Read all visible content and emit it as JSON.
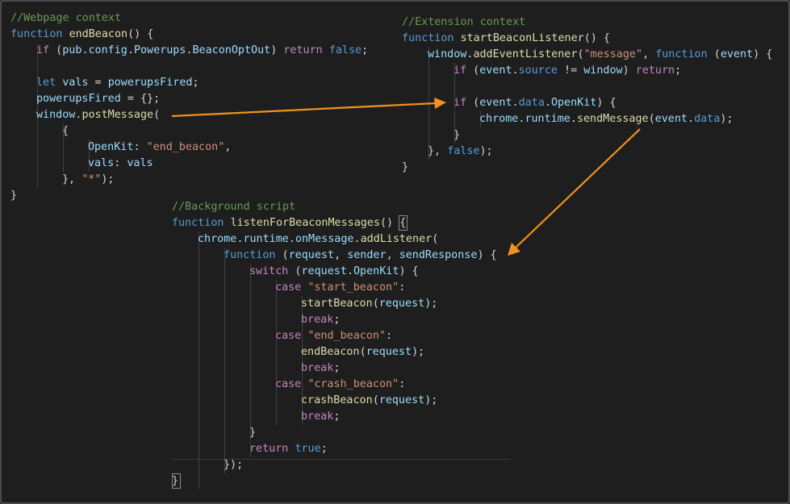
{
  "colors": {
    "background": "#1e1e1e",
    "comment": "#6a9955",
    "keyword": "#569cd6",
    "control": "#c586c0",
    "function": "#dcdcaa",
    "variable": "#9cdcfe",
    "string": "#ce9178",
    "text": "#d4d4d4",
    "arrow": "#f0931c"
  },
  "snippets": [
    {
      "name": "webpage-context",
      "lines": [
        {
          "indent": 0,
          "tokens": [
            {
              "t": "//Webpage context",
              "c": "comment"
            }
          ]
        },
        {
          "indent": 0,
          "tokens": [
            {
              "t": "function ",
              "c": "keyword"
            },
            {
              "t": "endBeacon",
              "c": "function"
            },
            {
              "t": "() {",
              "c": "text"
            }
          ]
        },
        {
          "indent": 1,
          "tokens": [
            {
              "t": "if",
              "c": "control"
            },
            {
              "t": " (",
              "c": "text"
            },
            {
              "t": "pub",
              "c": "variable"
            },
            {
              "t": ".",
              "c": "text"
            },
            {
              "t": "config",
              "c": "variable"
            },
            {
              "t": ".",
              "c": "text"
            },
            {
              "t": "Powerups",
              "c": "variable"
            },
            {
              "t": ".",
              "c": "text"
            },
            {
              "t": "BeaconOptOut",
              "c": "variable"
            },
            {
              "t": ") ",
              "c": "text"
            },
            {
              "t": "return",
              "c": "control"
            },
            {
              "t": " ",
              "c": "text"
            },
            {
              "t": "false",
              "c": "keyword"
            },
            {
              "t": ";",
              "c": "text"
            }
          ]
        },
        {
          "indent": 0,
          "tokens": []
        },
        {
          "indent": 1,
          "tokens": [
            {
              "t": "let ",
              "c": "keyword"
            },
            {
              "t": "vals",
              "c": "variable"
            },
            {
              "t": " = ",
              "c": "text"
            },
            {
              "t": "powerupsFired",
              "c": "variable"
            },
            {
              "t": ";",
              "c": "text"
            }
          ]
        },
        {
          "indent": 1,
          "tokens": [
            {
              "t": "powerupsFired",
              "c": "variable"
            },
            {
              "t": " = {};",
              "c": "text"
            }
          ]
        },
        {
          "indent": 1,
          "tokens": [
            {
              "t": "window",
              "c": "variable"
            },
            {
              "t": ".",
              "c": "text"
            },
            {
              "t": "postMessage",
              "c": "function"
            },
            {
              "t": "(",
              "c": "text"
            }
          ]
        },
        {
          "indent": 2,
          "tokens": [
            {
              "t": "{",
              "c": "text"
            }
          ]
        },
        {
          "indent": 3,
          "tokens": [
            {
              "t": "OpenKit",
              "c": "variable"
            },
            {
              "t": ": ",
              "c": "text"
            },
            {
              "t": "\"end_beacon\"",
              "c": "string"
            },
            {
              "t": ",",
              "c": "text"
            }
          ]
        },
        {
          "indent": 3,
          "tokens": [
            {
              "t": "vals",
              "c": "variable"
            },
            {
              "t": ": ",
              "c": "text"
            },
            {
              "t": "vals",
              "c": "variable"
            }
          ]
        },
        {
          "indent": 2,
          "tokens": [
            {
              "t": "}, ",
              "c": "text"
            },
            {
              "t": "\"*\"",
              "c": "string"
            },
            {
              "t": ");",
              "c": "text"
            }
          ]
        },
        {
          "indent": 0,
          "tokens": [
            {
              "t": "}",
              "c": "text"
            }
          ]
        }
      ]
    },
    {
      "name": "extension-context",
      "lines": [
        {
          "indent": 0,
          "tokens": [
            {
              "t": "//Extension context",
              "c": "comment"
            }
          ]
        },
        {
          "indent": 0,
          "tokens": [
            {
              "t": "function ",
              "c": "keyword"
            },
            {
              "t": "startBeaconListener",
              "c": "function"
            },
            {
              "t": "() {",
              "c": "text"
            }
          ]
        },
        {
          "indent": 1,
          "tokens": [
            {
              "t": "window",
              "c": "variable"
            },
            {
              "t": ".",
              "c": "text"
            },
            {
              "t": "addEventListener",
              "c": "function"
            },
            {
              "t": "(",
              "c": "text"
            },
            {
              "t": "\"message\"",
              "c": "string"
            },
            {
              "t": ", ",
              "c": "text"
            },
            {
              "t": "function",
              "c": "keyword"
            },
            {
              "t": " (",
              "c": "text"
            },
            {
              "t": "event",
              "c": "variable"
            },
            {
              "t": ") {",
              "c": "text"
            }
          ]
        },
        {
          "indent": 2,
          "tokens": [
            {
              "t": "if",
              "c": "control"
            },
            {
              "t": " (",
              "c": "text"
            },
            {
              "t": "event",
              "c": "variable"
            },
            {
              "t": ".",
              "c": "text"
            },
            {
              "t": "source",
              "c": "keyword"
            },
            {
              "t": " != ",
              "c": "text"
            },
            {
              "t": "window",
              "c": "variable"
            },
            {
              "t": ") ",
              "c": "text"
            },
            {
              "t": "return",
              "c": "control"
            },
            {
              "t": ";",
              "c": "text"
            }
          ]
        },
        {
          "indent": 0,
          "tokens": []
        },
        {
          "indent": 2,
          "tokens": [
            {
              "t": "if",
              "c": "control"
            },
            {
              "t": " (",
              "c": "text"
            },
            {
              "t": "event",
              "c": "variable"
            },
            {
              "t": ".",
              "c": "text"
            },
            {
              "t": "data",
              "c": "keyword"
            },
            {
              "t": ".",
              "c": "text"
            },
            {
              "t": "OpenKit",
              "c": "variable"
            },
            {
              "t": ") {",
              "c": "text"
            }
          ]
        },
        {
          "indent": 3,
          "tokens": [
            {
              "t": "chrome",
              "c": "variable"
            },
            {
              "t": ".",
              "c": "text"
            },
            {
              "t": "runtime",
              "c": "variable"
            },
            {
              "t": ".",
              "c": "text"
            },
            {
              "t": "sendMessage",
              "c": "function"
            },
            {
              "t": "(",
              "c": "text"
            },
            {
              "t": "event",
              "c": "variable"
            },
            {
              "t": ".",
              "c": "text"
            },
            {
              "t": "data",
              "c": "keyword"
            },
            {
              "t": ");",
              "c": "text"
            }
          ]
        },
        {
          "indent": 2,
          "tokens": [
            {
              "t": "}",
              "c": "text"
            }
          ]
        },
        {
          "indent": 1,
          "tokens": [
            {
              "t": "}, ",
              "c": "text"
            },
            {
              "t": "false",
              "c": "keyword"
            },
            {
              "t": ");",
              "c": "text"
            }
          ]
        },
        {
          "indent": 0,
          "tokens": [
            {
              "t": "}",
              "c": "text"
            }
          ]
        }
      ]
    },
    {
      "name": "background-script",
      "lines": [
        {
          "indent": 0,
          "tokens": [
            {
              "t": "//Background script",
              "c": "comment"
            }
          ]
        },
        {
          "indent": 0,
          "tokens": [
            {
              "t": "function ",
              "c": "keyword"
            },
            {
              "t": "listenForBeaconMessages",
              "c": "function"
            },
            {
              "t": "() ",
              "c": "text"
            },
            {
              "t": "{",
              "c": "text"
            }
          ]
        },
        {
          "indent": 1,
          "tokens": [
            {
              "t": "chrome",
              "c": "variable"
            },
            {
              "t": ".",
              "c": "text"
            },
            {
              "t": "runtime",
              "c": "variable"
            },
            {
              "t": ".",
              "c": "text"
            },
            {
              "t": "onMessage",
              "c": "variable"
            },
            {
              "t": ".",
              "c": "text"
            },
            {
              "t": "addListener",
              "c": "function"
            },
            {
              "t": "(",
              "c": "text"
            }
          ]
        },
        {
          "indent": 2,
          "tokens": [
            {
              "t": "function",
              "c": "keyword"
            },
            {
              "t": " (",
              "c": "text"
            },
            {
              "t": "request",
              "c": "variable"
            },
            {
              "t": ", ",
              "c": "text"
            },
            {
              "t": "sender",
              "c": "variable"
            },
            {
              "t": ", ",
              "c": "text"
            },
            {
              "t": "sendResponse",
              "c": "variable"
            },
            {
              "t": ") {",
              "c": "text"
            }
          ]
        },
        {
          "indent": 3,
          "tokens": [
            {
              "t": "switch",
              "c": "control"
            },
            {
              "t": " (",
              "c": "text"
            },
            {
              "t": "request",
              "c": "variable"
            },
            {
              "t": ".",
              "c": "text"
            },
            {
              "t": "OpenKit",
              "c": "variable"
            },
            {
              "t": ") {",
              "c": "text"
            }
          ]
        },
        {
          "indent": 4,
          "tokens": [
            {
              "t": "case",
              "c": "control"
            },
            {
              "t": " ",
              "c": "text"
            },
            {
              "t": "\"start_beacon\"",
              "c": "string"
            },
            {
              "t": ":",
              "c": "text"
            }
          ]
        },
        {
          "indent": 5,
          "tokens": [
            {
              "t": "startBeacon",
              "c": "function"
            },
            {
              "t": "(",
              "c": "text"
            },
            {
              "t": "request",
              "c": "variable"
            },
            {
              "t": ");",
              "c": "text"
            }
          ]
        },
        {
          "indent": 5,
          "tokens": [
            {
              "t": "break",
              "c": "control"
            },
            {
              "t": ";",
              "c": "text"
            }
          ]
        },
        {
          "indent": 4,
          "tokens": [
            {
              "t": "case",
              "c": "control"
            },
            {
              "t": " ",
              "c": "text"
            },
            {
              "t": "\"end_beacon\"",
              "c": "string"
            },
            {
              "t": ":",
              "c": "text"
            }
          ]
        },
        {
          "indent": 5,
          "tokens": [
            {
              "t": "endBeacon",
              "c": "function"
            },
            {
              "t": "(",
              "c": "text"
            },
            {
              "t": "request",
              "c": "variable"
            },
            {
              "t": ");",
              "c": "text"
            }
          ]
        },
        {
          "indent": 5,
          "tokens": [
            {
              "t": "break",
              "c": "control"
            },
            {
              "t": ";",
              "c": "text"
            }
          ]
        },
        {
          "indent": 4,
          "tokens": [
            {
              "t": "case",
              "c": "control"
            },
            {
              "t": " ",
              "c": "text"
            },
            {
              "t": "\"crash_beacon\"",
              "c": "string"
            },
            {
              "t": ":",
              "c": "text"
            }
          ]
        },
        {
          "indent": 5,
          "tokens": [
            {
              "t": "crashBeacon",
              "c": "function"
            },
            {
              "t": "(",
              "c": "text"
            },
            {
              "t": "request",
              "c": "variable"
            },
            {
              "t": ");",
              "c": "text"
            }
          ]
        },
        {
          "indent": 5,
          "tokens": [
            {
              "t": "break",
              "c": "control"
            },
            {
              "t": ";",
              "c": "text"
            }
          ]
        },
        {
          "indent": 3,
          "tokens": [
            {
              "t": "}",
              "c": "text"
            }
          ]
        },
        {
          "indent": 3,
          "tokens": [
            {
              "t": "return",
              "c": "control"
            },
            {
              "t": " ",
              "c": "text"
            },
            {
              "t": "true",
              "c": "keyword"
            },
            {
              "t": ";",
              "c": "text"
            }
          ]
        },
        {
          "indent": 2,
          "tokens": [
            {
              "t": "});",
              "c": "text"
            }
          ]
        },
        {
          "indent": 0,
          "tokens": [
            {
              "t": "}",
              "c": "text"
            }
          ]
        }
      ]
    }
  ]
}
